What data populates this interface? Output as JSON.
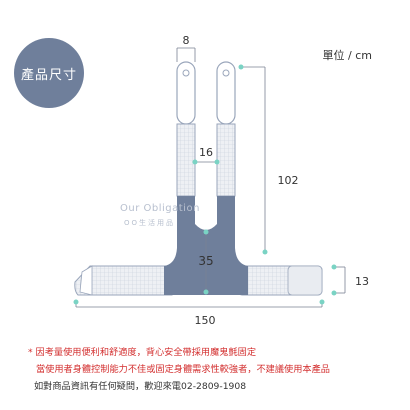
{
  "badge": {
    "label": "產品尺寸"
  },
  "unit": "單位 / cm",
  "dimensions": {
    "strap_width": "8",
    "strap_gap": "16",
    "total_height": "102",
    "center_block": "35",
    "belt_height": "13",
    "total_width": "150"
  },
  "watermark": {
    "line1": "Our Obligation",
    "line2": "OO生活用品"
  },
  "notes": {
    "asterisk": "*",
    "line1": "因考量使用便利和舒適度，背心安全帶採用魔鬼氈固定",
    "line2": "當使用者身體控制能力不佳或固定身體需求性較強者，不建議使用本產品",
    "line3": "如對商品資訊有任何疑問，歡迎來電02-2809-1908"
  },
  "colors": {
    "navy": "#6f7f9b",
    "mesh": "#e2e6ed",
    "dim_line": "#7ad3c4",
    "note_red": "#d32f2f"
  }
}
